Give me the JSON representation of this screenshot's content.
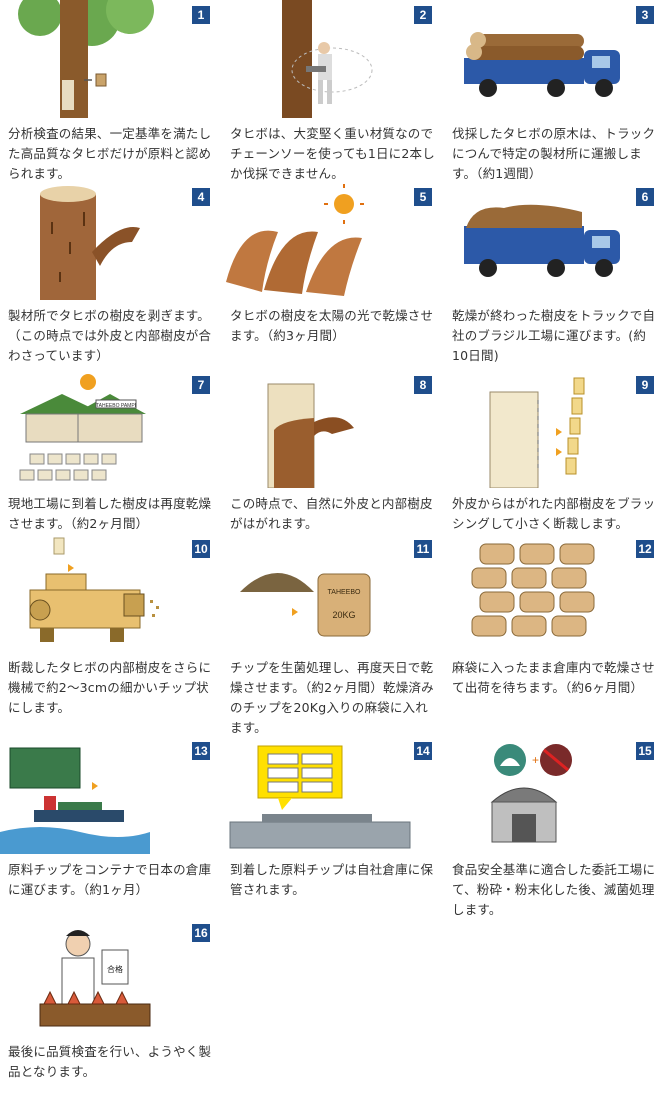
{
  "steps": [
    {
      "num": "1",
      "text": "分析検査の結果、一定基準を満たした高品質なタヒボだけが原料と認められます。",
      "icon": "tree-icon"
    },
    {
      "num": "2",
      "text": "タヒボは、大変堅く重い材質なのでチェーンソーを使っても1日に2本しか伐採できません。",
      "icon": "chainsaw-icon"
    },
    {
      "num": "3",
      "text": "伐採したタヒボの原木は、トラックにつんで特定の製材所に運搬します。（約1週間）",
      "icon": "log-truck-icon"
    },
    {
      "num": "4",
      "text": "製材所でタヒボの樹皮を剥ぎます。（この時点では外皮と内部樹皮が合わさっています）",
      "icon": "bark-peel-icon"
    },
    {
      "num": "5",
      "text": "タヒボの樹皮を太陽の光で乾燥させます。（約3ヶ月間）",
      "icon": "sun-dry-icon"
    },
    {
      "num": "6",
      "text": "乾燥が終わった樹皮をトラックで自社のブラジル工場に運びます。(約10日間)",
      "icon": "bark-truck-icon"
    },
    {
      "num": "7",
      "text": "現地工場に到着した樹皮は再度乾燥させます。（約2ヶ月間）",
      "icon": "factory-dry-icon",
      "sign": "TAHEEBO PAMPI"
    },
    {
      "num": "8",
      "text": "この時点で、自然に外皮と内部樹皮がはがれます。",
      "icon": "bark-separate-icon"
    },
    {
      "num": "9",
      "text": "外皮からはがれた内部樹皮をブラッシングして小さく断裁します。",
      "icon": "cut-bark-icon"
    },
    {
      "num": "10",
      "text": "断裁したタヒボの内部樹皮をさらに機械で約2〜3cmの細かいチップ状にします。",
      "icon": "chipper-icon"
    },
    {
      "num": "11",
      "text": "チップを生菌処理し、再度天日で乾燥させます。（約2ヶ月間）乾燥済みのチップを20Kg入りの麻袋に入れます。",
      "icon": "sack-icon",
      "sack_label": "TAHEEBO",
      "sack_weight": "20KG"
    },
    {
      "num": "12",
      "text": "麻袋に入ったまま倉庫内で乾燥させて出荷を待ちます。（約6ヶ月間）",
      "icon": "warehouse-sacks-icon"
    },
    {
      "num": "13",
      "text": "原料チップをコンテナで日本の倉庫に運びます。（約1ヶ月）",
      "icon": "container-ship-icon"
    },
    {
      "num": "14",
      "text": "到着した原料チップは自社倉庫に保管されます。",
      "icon": "storage-warehouse-icon"
    },
    {
      "num": "15",
      "text": "食品安全基準に適合した委託工場にて、粉砕・粉末化した後、滅菌処理します。",
      "icon": "sterilize-factory-icon"
    },
    {
      "num": "16",
      "text": "最後に品質検査を行い、ようやく製品となります。",
      "icon": "inspector-icon",
      "stamp": "合格"
    }
  ]
}
